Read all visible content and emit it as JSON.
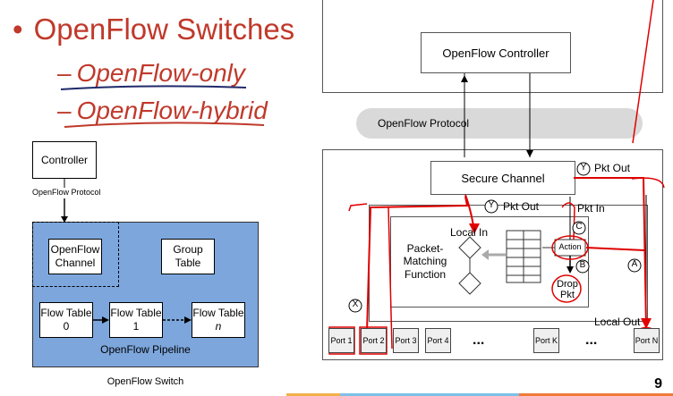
{
  "slide": {
    "bullet": "•",
    "title": "OpenFlow Switches",
    "sub_dash": "–",
    "sub_items": [
      "OpenFlow-only",
      "OpenFlow-hybrid"
    ],
    "page_number": "9"
  },
  "left_diagram": {
    "controller": "Controller",
    "protocol_label": "OpenFlow Protocol",
    "channel": "OpenFlow Channel",
    "group_table": "Group Table",
    "flow_table_0": "Flow Table 0",
    "flow_table_1": "Flow Table 1",
    "flow_table_n_prefix": "Flow Table ",
    "flow_table_n_italic": "n",
    "pipeline_label": "OpenFlow Pipeline",
    "switch_label": "OpenFlow Switch"
  },
  "right_diagram": {
    "controller": "OpenFlow Controller",
    "protocol": "OpenFlow Protocol",
    "secure_channel": "Secure Channel",
    "y_marker": "Y",
    "pkt_out": "Pkt Out",
    "pkt_in": "Pkt In",
    "c_marker": "C",
    "b_marker": "B",
    "a_marker": "A",
    "x_marker": "X",
    "local_in": "Local In",
    "local_out": "Local Out",
    "packet_matching": "Packet-Matching Function",
    "action": "Action",
    "drop_pkt": "Drop Pkt",
    "ports": [
      "Port 1",
      "Port 2",
      "Port 3",
      "Port 4",
      "Port K",
      "Port N"
    ],
    "ellipsis": "..."
  },
  "colors": {
    "title_red": "#c0392b",
    "annotation_red": "#e00000",
    "switch_blue": "#7da6dc",
    "underline_navy": "#1f2a6b"
  }
}
